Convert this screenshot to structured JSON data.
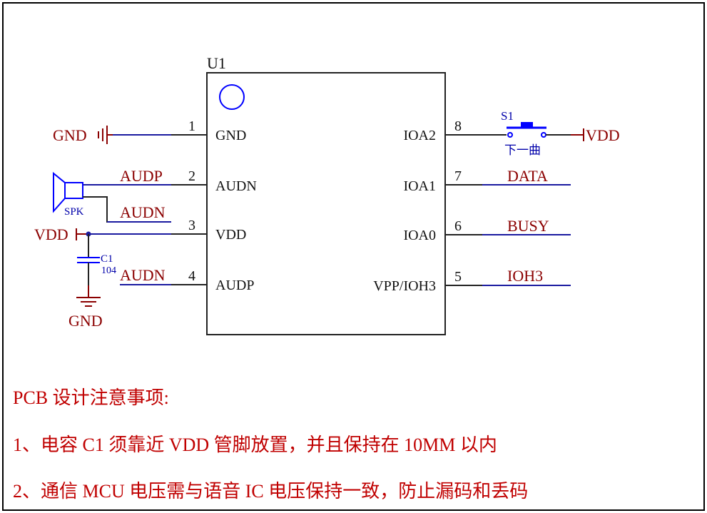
{
  "component": {
    "ref": "U1",
    "left_pins": [
      {
        "num": "1",
        "name": "GND"
      },
      {
        "num": "2",
        "name": "AUDN"
      },
      {
        "num": "3",
        "name": "VDD"
      },
      {
        "num": "4",
        "name": "AUDP"
      }
    ],
    "right_pins": [
      {
        "num": "8",
        "name": "IOA2"
      },
      {
        "num": "7",
        "name": "IOA1"
      },
      {
        "num": "6",
        "name": "IOA0"
      },
      {
        "num": "5",
        "name": "VPP/IOH3"
      }
    ]
  },
  "nets": {
    "pin1": "GND",
    "pin2": "AUDP",
    "spk_n": "AUDN",
    "pin3": "VDD",
    "pin4": "AUDN",
    "cap_gnd": "GND",
    "pin7": "DATA",
    "pin6": "BUSY",
    "pin5": "IOH3",
    "switch_vdd": "VDD"
  },
  "speaker": {
    "ref": "SPK"
  },
  "capacitor": {
    "ref": "C1",
    "value": "104"
  },
  "switch": {
    "ref": "S1",
    "label": "下一曲"
  },
  "notes": {
    "title": "PCB  设计注意事项:",
    "items": [
      "1、电容 C1 须靠近 VDD 管脚放置，并且保持在 10MM 以内",
      "2、通信 MCU 电压需与语音 IC 电压保持一致，防止漏码和丢码"
    ]
  },
  "colors": {
    "net_label": "#8b0000",
    "wire": "#1a1aa0",
    "blue": "#0000ff",
    "note_text": "#c00000"
  }
}
